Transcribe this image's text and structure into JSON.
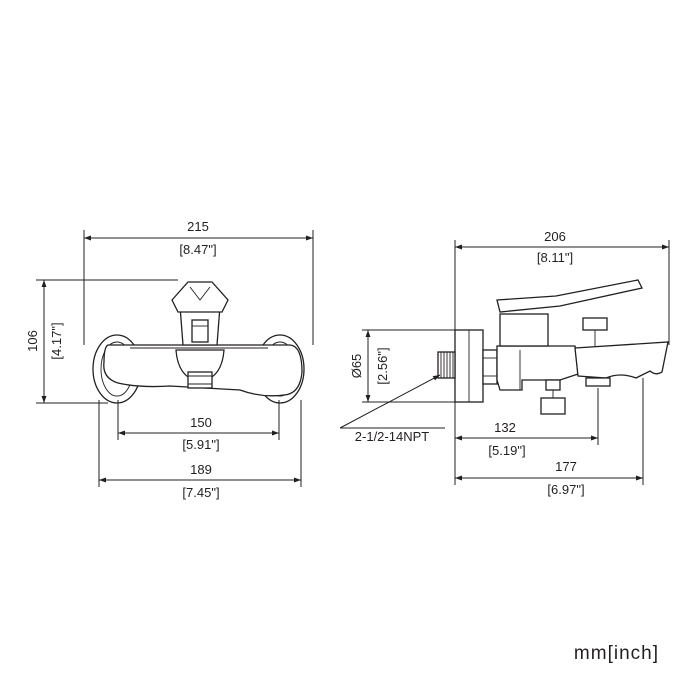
{
  "front_view": {
    "width": {
      "mm": "215",
      "inch": "[8.47\"]"
    },
    "height": {
      "mm": "106",
      "inch": "[4.17\"]"
    },
    "centers": {
      "mm": "150",
      "inch": "[5.91\"]"
    },
    "overall": {
      "mm": "189",
      "inch": "[7.45\"]"
    }
  },
  "side_view": {
    "width": {
      "mm": "206",
      "inch": "[8.11\"]"
    },
    "diameter": {
      "mm": "Ø65",
      "inch": "[2.56\"]"
    },
    "outlet": {
      "mm": "132",
      "inch": "[5.19\"]"
    },
    "projection": {
      "mm": "177",
      "inch": "[6.97\"]"
    },
    "thread_label": "2-1/2-14NPT"
  },
  "units_label": "mm[inch]"
}
